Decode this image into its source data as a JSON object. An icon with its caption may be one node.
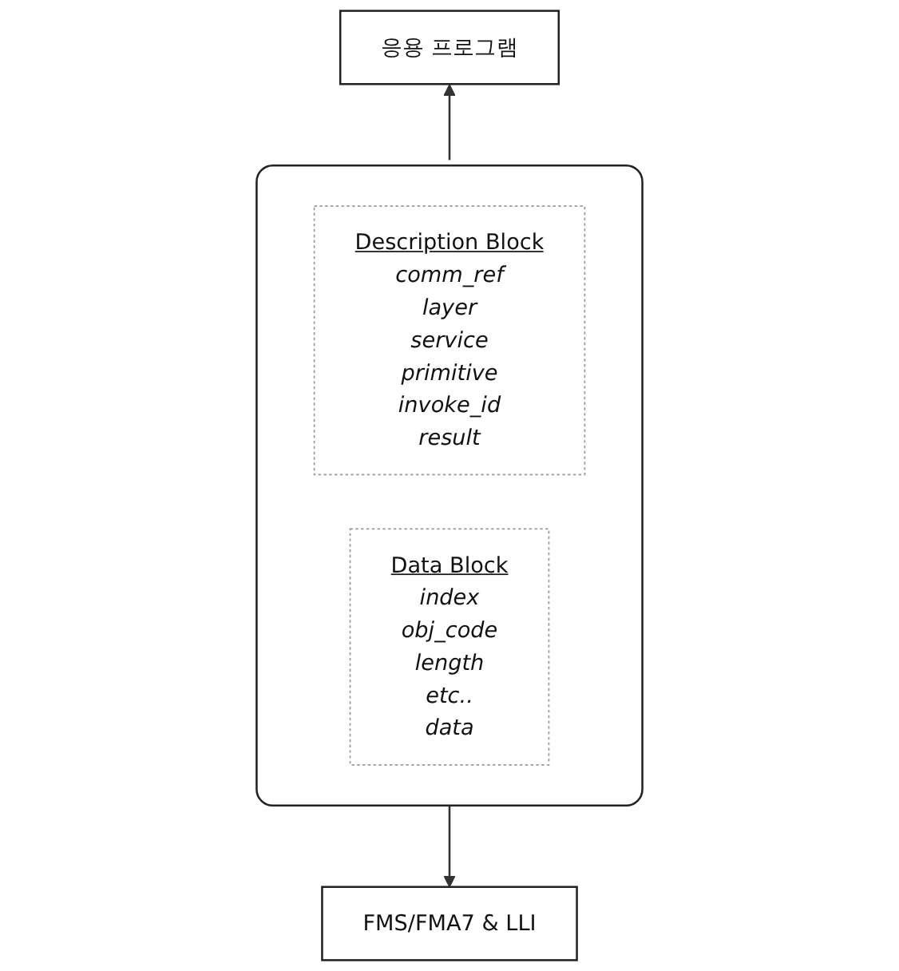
{
  "diagram": {
    "nodes": [
      {
        "text": [
          "응용 프로그램"
        ]
      },
      {
        "text": [],
        "shape": "box"
      },
      {
        "text": [
          "Description Block",
          "comm_ref",
          "layer",
          "service",
          "primitive",
          "invoke_id",
          "result"
        ],
        "in": 1
      },
      {
        "text": [
          "Data Block",
          "index",
          "obj_code",
          "length",
          "etc..",
          "data"
        ],
        "in": 1
      },
      {
        "text": [
          "FMS/FMA7 & LLI"
        ]
      }
    ],
    "edges": [
      {
        "from": 1,
        "to": 0,
        "arrow": "to"
      },
      {
        "from": 1,
        "to": 4,
        "arrow": "to"
      }
    ]
  }
}
